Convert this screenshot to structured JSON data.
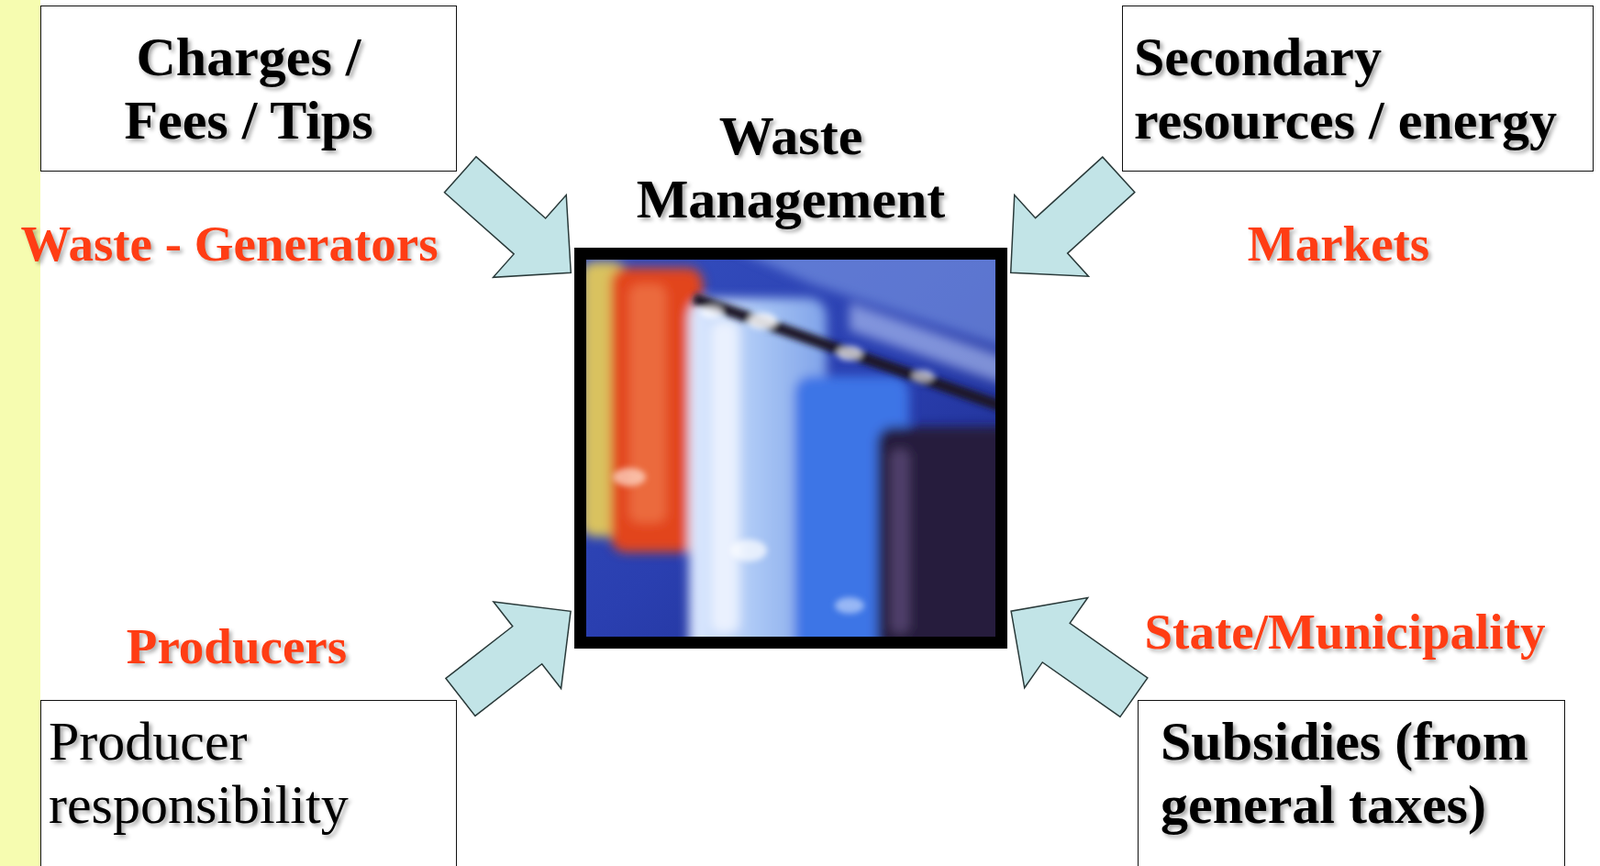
{
  "diagram": {
    "nodes": [
      {
        "text": [
          "Charges / Fees / Tips"
        ]
      },
      {
        "text": [
          "Waste Management"
        ]
      },
      {
        "text": [
          "Secondary resources / energy"
        ]
      },
      {
        "text": [
          "Producer responsibility"
        ]
      },
      {
        "text": [
          "Subsidies (from general taxes)"
        ]
      }
    ],
    "edges": [
      {
        "from": 0,
        "to": 1,
        "arrow": "to"
      },
      {
        "from": 2,
        "to": 1,
        "arrow": "to"
      },
      {
        "from": 3,
        "to": 1,
        "arrow": "to"
      },
      {
        "from": 4,
        "to": 1,
        "arrow": "to"
      }
    ],
    "labels": [
      "Waste - Generators",
      "Markets",
      "Producers",
      "State/Municipality"
    ]
  }
}
